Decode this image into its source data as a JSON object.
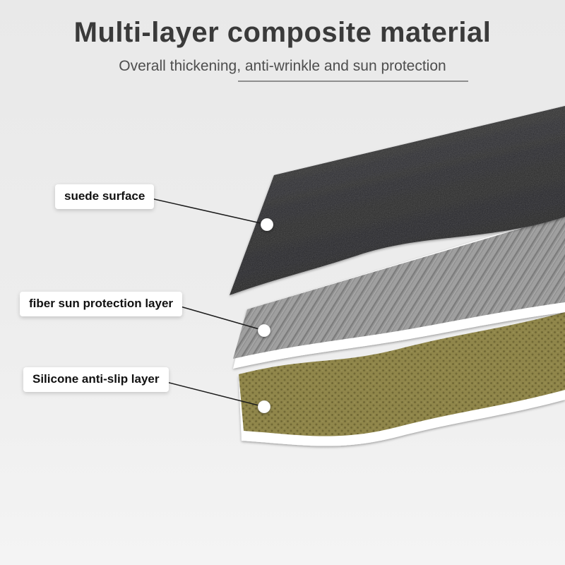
{
  "header": {
    "title": "Multi-layer composite material",
    "subtitle": "Overall thickening, anti-wrinkle and sun protection"
  },
  "layers": [
    {
      "label": "suede surface",
      "color": "#2d2d2f"
    },
    {
      "label": "fiber sun protection layer",
      "color": "#8f8f8f"
    },
    {
      "label": "Silicone anti-slip layer",
      "color": "#8e8445"
    }
  ],
  "colors": {
    "background": "#ececec",
    "title_text": "#3a3a3a",
    "subtitle_text": "#4e4e4e",
    "divider": "#8f8f8f",
    "callout_bg": "#ffffff",
    "callout_text": "#111111",
    "sheet_edge_white": "#ffffff",
    "callout_line": "#1c1c1c"
  }
}
